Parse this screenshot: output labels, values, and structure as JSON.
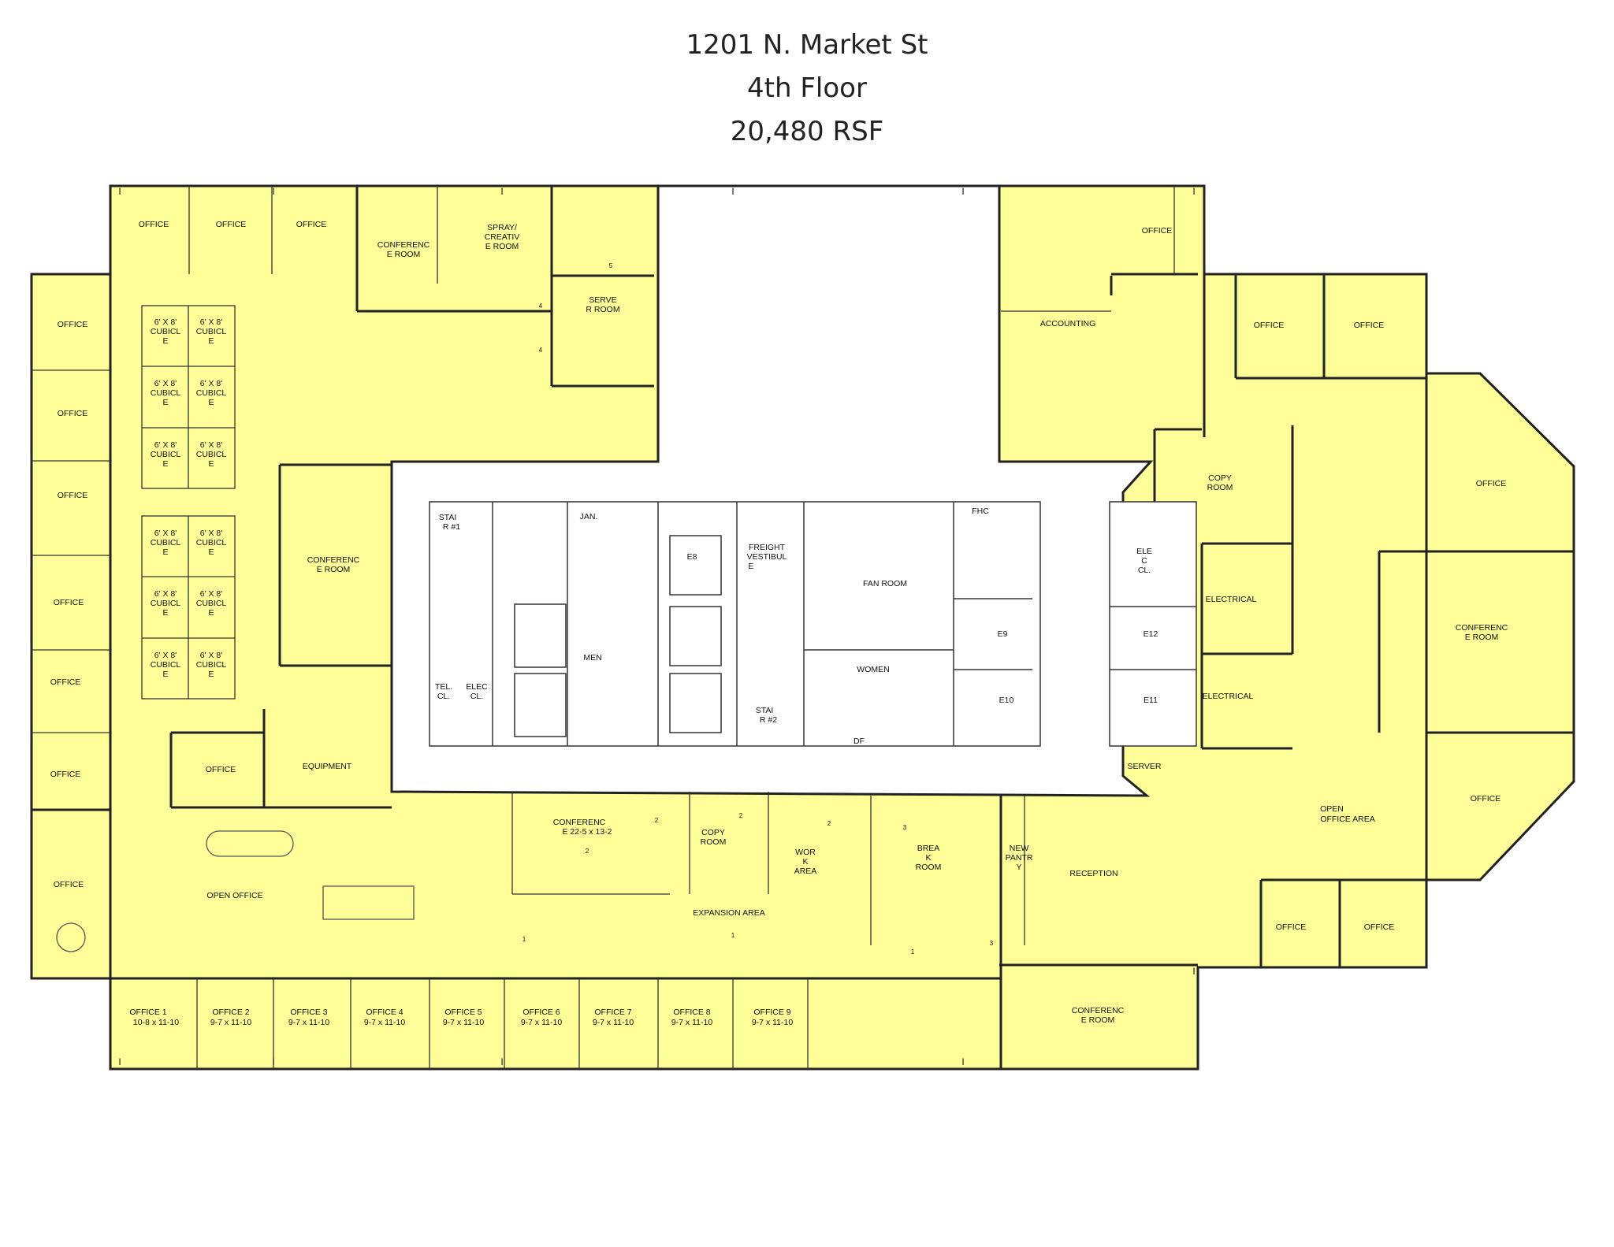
{
  "header": {
    "address": "1201 N. Market St",
    "floor": "4th Floor",
    "area": "20,480 RSF"
  },
  "colors": {
    "suite": "#ffff99",
    "core": "#ffffff",
    "wall": "#222222"
  },
  "rooms": {
    "office_top_1": "OFFICE",
    "office_top_2": "OFFICE",
    "office_top_3": "OFFICE",
    "conference_top": [
      "CONFERENC",
      "E ROOM"
    ],
    "spray_creative": [
      "SPRAY/",
      "CREATIV",
      "E ROOM"
    ],
    "server_room": [
      "SERVE",
      "R ROOM"
    ],
    "office_left_1": "OFFICE",
    "office_left_2": "OFFICE",
    "office_left_3": "OFFICE",
    "office_left_4": "OFFICE",
    "office_left_5": "OFFICE",
    "office_left_6": "OFFICE",
    "office_left_7": "OFFICE",
    "cubicle": [
      "6' X 8'",
      "CUBICL",
      "E"
    ],
    "conference_left": [
      "CONFERENC",
      "E ROOM"
    ],
    "office_mid": "OFFICE",
    "equipment": "EQUIPMENT",
    "open_office": "OPEN OFFICE",
    "office_nums": [
      {
        "name": "OFFICE 1",
        "dim": "10-8 x 11-10"
      },
      {
        "name": "OFFICE 2",
        "dim": "9-7 x 11-10"
      },
      {
        "name": "OFFICE 3",
        "dim": "9-7 x 11-10"
      },
      {
        "name": "OFFICE 4",
        "dim": "9-7 x 11-10"
      },
      {
        "name": "OFFICE 5",
        "dim": "9-7 x 11-10"
      },
      {
        "name": "OFFICE 6",
        "dim": "9-7 x 11-10"
      },
      {
        "name": "OFFICE 7",
        "dim": "9-7 x 11-10"
      },
      {
        "name": "OFFICE 8",
        "dim": "9-7 x 11-10"
      },
      {
        "name": "OFFICE 9",
        "dim": "9-7 x 11-10"
      }
    ],
    "conference_bottom": [
      "CONFERENC",
      "E 22-5 x 13-2"
    ],
    "copy_room_bottom": [
      "COPY",
      "ROOM"
    ],
    "work_area": [
      "WOR",
      "K",
      "AREA"
    ],
    "break_room": [
      "BREA",
      "K",
      "ROOM"
    ],
    "new_pantry": [
      "NEW",
      "PANTR",
      "Y"
    ],
    "expansion": "EXPANSION AREA",
    "reception": "RECEPTION",
    "conference_br": [
      "CONFERENC",
      "E ROOM"
    ],
    "office_right_top": "OFFICE",
    "accounting": "ACCOUNTING",
    "office_r1": "OFFICE",
    "office_r2": "OFFICE",
    "copy_room_right": [
      "COPY",
      "ROOM"
    ],
    "electrical_1": "ELECTRICAL",
    "electrical_2": "ELECTRICAL",
    "server_right": "SERVER",
    "office_wing_1": "OFFICE",
    "conference_wing": [
      "CONFERENC",
      "E ROOM"
    ],
    "office_wing_2": "OFFICE",
    "open_office_area": [
      "OPEN",
      "OFFICE AREA"
    ],
    "office_br1": "OFFICE",
    "office_br2": "OFFICE"
  },
  "core": {
    "stair1": [
      "STAI",
      "R #1"
    ],
    "jan": "JAN.",
    "tel": [
      "TEL.",
      "CL."
    ],
    "elec": [
      "ELEC",
      "CL."
    ],
    "men": "MEN",
    "e8": "E8",
    "freight": [
      "FREIGHT",
      "VESTIBUL",
      "E"
    ],
    "stair2": [
      "STAI",
      "R #2"
    ],
    "fan_room": "FAN ROOM",
    "women": "WOMEN",
    "fhc": "FHC",
    "df": "DF",
    "e9": "E9",
    "e10": "E10",
    "elec_right": [
      "ELE",
      "C",
      "CL."
    ],
    "e12": "E12",
    "e11": "E11"
  },
  "markers": [
    "5",
    "4",
    "4",
    "2",
    "2",
    "2",
    "2",
    "3",
    "1",
    "1",
    "1",
    "3"
  ]
}
